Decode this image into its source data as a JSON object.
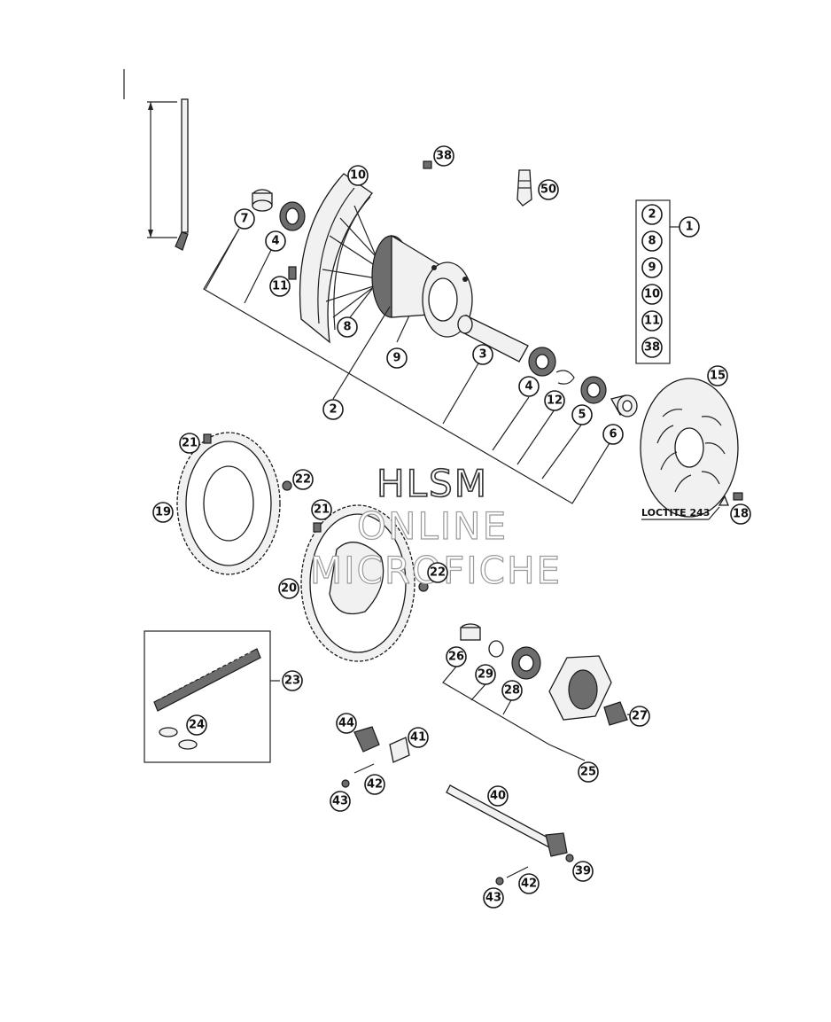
{
  "callouts": [
    {
      "id": "c38a",
      "label": "38"
    },
    {
      "id": "c50",
      "label": "50"
    },
    {
      "id": "c10",
      "label": "10"
    },
    {
      "id": "c7",
      "label": "7"
    },
    {
      "id": "c4a",
      "label": "4"
    },
    {
      "id": "c11",
      "label": "11"
    },
    {
      "id": "c8",
      "label": "8"
    },
    {
      "id": "c9",
      "label": "9"
    },
    {
      "id": "c2",
      "label": "2"
    },
    {
      "id": "c3",
      "label": "3"
    },
    {
      "id": "c4b",
      "label": "4"
    },
    {
      "id": "c12",
      "label": "12"
    },
    {
      "id": "c5",
      "label": "5"
    },
    {
      "id": "c6",
      "label": "6"
    },
    {
      "id": "c1",
      "label": "1"
    },
    {
      "id": "k2",
      "label": "2"
    },
    {
      "id": "k8",
      "label": "8"
    },
    {
      "id": "k9",
      "label": "9"
    },
    {
      "id": "k10",
      "label": "10"
    },
    {
      "id": "k11",
      "label": "11"
    },
    {
      "id": "k38",
      "label": "38"
    },
    {
      "id": "c15",
      "label": "15"
    },
    {
      "id": "c18",
      "label": "18"
    },
    {
      "id": "c21a",
      "label": "21"
    },
    {
      "id": "c22a",
      "label": "22"
    },
    {
      "id": "c19",
      "label": "19"
    },
    {
      "id": "c21b",
      "label": "21"
    },
    {
      "id": "c22b",
      "label": "22"
    },
    {
      "id": "c20",
      "label": "20"
    },
    {
      "id": "c23",
      "label": "23"
    },
    {
      "id": "c24",
      "label": "24"
    },
    {
      "id": "c26",
      "label": "26"
    },
    {
      "id": "c29",
      "label": "29"
    },
    {
      "id": "c28",
      "label": "28"
    },
    {
      "id": "c27",
      "label": "27"
    },
    {
      "id": "c25",
      "label": "25"
    },
    {
      "id": "c44",
      "label": "44"
    },
    {
      "id": "c41",
      "label": "41"
    },
    {
      "id": "c42a",
      "label": "42"
    },
    {
      "id": "c43a",
      "label": "43"
    },
    {
      "id": "c40",
      "label": "40"
    },
    {
      "id": "c39",
      "label": "39"
    },
    {
      "id": "c42b",
      "label": "42"
    },
    {
      "id": "c43b",
      "label": "43"
    }
  ],
  "note": "LOCTITE 243",
  "watermark": [
    "HLSM",
    "ONLINE",
    "MICROFICHE"
  ],
  "colors": {
    "line": "#1a1a1a",
    "background": "#ffffff"
  }
}
